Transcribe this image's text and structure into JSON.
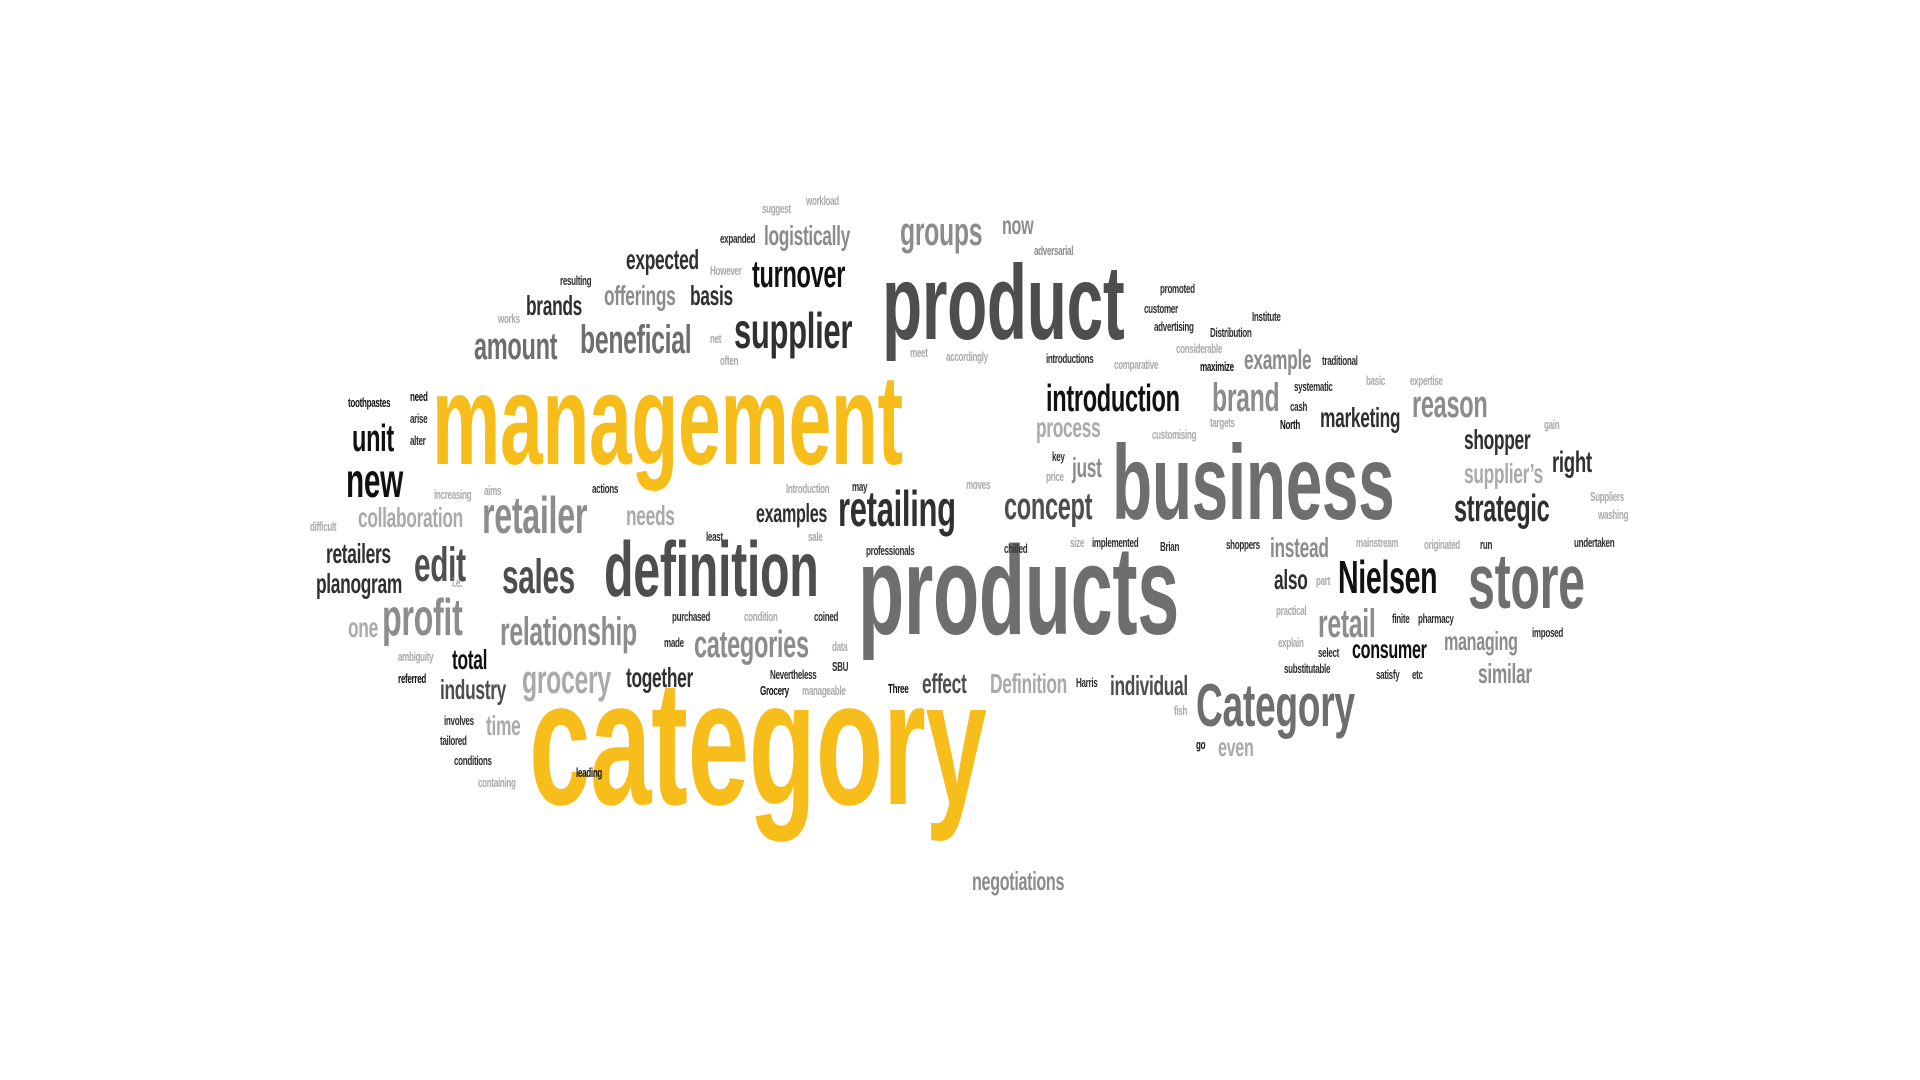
{
  "word_cloud": {
    "words": [
      {
        "text": "category",
        "color": "#f6bd1b"
      },
      {
        "text": "management",
        "color": "#f6bd1b"
      },
      {
        "text": "products",
        "color": "#6e6e6e"
      },
      {
        "text": "business",
        "color": "#6e6e6e"
      },
      {
        "text": "product",
        "color": "#4e4e4e"
      },
      {
        "text": "definition",
        "color": "#4e4e4e"
      },
      {
        "text": "store",
        "color": "#6e6e6e"
      },
      {
        "text": "Category",
        "color": "#6e6e6e"
      },
      {
        "text": "supplier",
        "color": "#303030"
      },
      {
        "text": "retailing",
        "color": "#303030"
      },
      {
        "text": "Nielsen",
        "color": "#111111"
      },
      {
        "text": "retailer",
        "color": "#8c8c8c"
      },
      {
        "text": "profit",
        "color": "#8c8c8c"
      },
      {
        "text": "sales",
        "color": "#4e4e4e"
      },
      {
        "text": "edit",
        "color": "#4e4e4e"
      },
      {
        "text": "new",
        "color": "#111111"
      },
      {
        "text": "introduction",
        "color": "#111111"
      },
      {
        "text": "brand",
        "color": "#8c8c8c"
      },
      {
        "text": "reason",
        "color": "#8c8c8c"
      },
      {
        "text": "concept",
        "color": "#4e4e4e"
      },
      {
        "text": "strategic",
        "color": "#303030"
      },
      {
        "text": "retail",
        "color": "#8c8c8c"
      },
      {
        "text": "relationship",
        "color": "#8c8c8c"
      },
      {
        "text": "categories",
        "color": "#8c8c8c"
      },
      {
        "text": "grocery",
        "color": "#aaaaaa"
      },
      {
        "text": "turnover",
        "color": "#111111"
      },
      {
        "text": "groups",
        "color": "#8c8c8c"
      },
      {
        "text": "beneficial",
        "color": "#6e6e6e"
      },
      {
        "text": "amount",
        "color": "#6e6e6e"
      },
      {
        "text": "unit",
        "color": "#111111"
      },
      {
        "text": "expected",
        "color": "#303030"
      },
      {
        "text": "logistically",
        "color": "#8c8c8c"
      },
      {
        "text": "offerings",
        "color": "#8c8c8c"
      },
      {
        "text": "basis",
        "color": "#303030"
      },
      {
        "text": "brands",
        "color": "#303030"
      },
      {
        "text": "now",
        "color": "#8c8c8c"
      },
      {
        "text": "example",
        "color": "#8c8c8c"
      },
      {
        "text": "marketing",
        "color": "#303030"
      },
      {
        "text": "shopper",
        "color": "#303030"
      },
      {
        "text": "supplier’s",
        "color": "#aaaaaa"
      },
      {
        "text": "right",
        "color": "#303030"
      },
      {
        "text": "process",
        "color": "#aaaaaa"
      },
      {
        "text": "just",
        "color": "#8c8c8c"
      },
      {
        "text": "instead",
        "color": "#8c8c8c"
      },
      {
        "text": "also",
        "color": "#303030"
      },
      {
        "text": "collaboration",
        "color": "#aaaaaa"
      },
      {
        "text": "needs",
        "color": "#aaaaaa"
      },
      {
        "text": "examples",
        "color": "#303030"
      },
      {
        "text": "retailers",
        "color": "#303030"
      },
      {
        "text": "planogram",
        "color": "#303030"
      },
      {
        "text": "one",
        "color": "#aaaaaa"
      },
      {
        "text": "total",
        "color": "#111111"
      },
      {
        "text": "industry",
        "color": "#4e4e4e"
      },
      {
        "text": "together",
        "color": "#303030"
      },
      {
        "text": "effect",
        "color": "#4e4e4e"
      },
      {
        "text": "Definition",
        "color": "#aaaaaa"
      },
      {
        "text": "individual",
        "color": "#4e4e4e"
      },
      {
        "text": "consumer",
        "color": "#111111"
      },
      {
        "text": "managing",
        "color": "#8c8c8c"
      },
      {
        "text": "similar",
        "color": "#8c8c8c"
      },
      {
        "text": "time",
        "color": "#aaaaaa"
      },
      {
        "text": "even",
        "color": "#aaaaaa"
      },
      {
        "text": "negotiations",
        "color": "#8c8c8c"
      },
      {
        "text": "suggest",
        "color": "#aaaaaa"
      },
      {
        "text": "workload",
        "color": "#aaaaaa"
      },
      {
        "text": "expanded",
        "color": "#303030"
      },
      {
        "text": "However",
        "color": "#aaaaaa"
      },
      {
        "text": "resulting",
        "color": "#303030"
      },
      {
        "text": "works",
        "color": "#aaaaaa"
      },
      {
        "text": "often",
        "color": "#aaaaaa"
      },
      {
        "text": "net",
        "color": "#aaaaaa"
      },
      {
        "text": "meet",
        "color": "#aaaaaa"
      },
      {
        "text": "accordingly",
        "color": "#aaaaaa"
      },
      {
        "text": "adversarial",
        "color": "#8c8c8c"
      },
      {
        "text": "promoted",
        "color": "#303030"
      },
      {
        "text": "customer",
        "color": "#303030"
      },
      {
        "text": "advertising",
        "color": "#303030"
      },
      {
        "text": "Distribution",
        "color": "#303030"
      },
      {
        "text": "Institute",
        "color": "#303030"
      },
      {
        "text": "considerable",
        "color": "#aaaaaa"
      },
      {
        "text": "maximize",
        "color": "#111111"
      },
      {
        "text": "introductions",
        "color": "#303030"
      },
      {
        "text": "comparative",
        "color": "#aaaaaa"
      },
      {
        "text": "traditional",
        "color": "#303030"
      },
      {
        "text": "basic",
        "color": "#aaaaaa"
      },
      {
        "text": "expertise",
        "color": "#aaaaaa"
      },
      {
        "text": "systematic",
        "color": "#303030"
      },
      {
        "text": "cash",
        "color": "#303030"
      },
      {
        "text": "North",
        "color": "#111111"
      },
      {
        "text": "targets",
        "color": "#aaaaaa"
      },
      {
        "text": "customising",
        "color": "#aaaaaa"
      },
      {
        "text": "gain",
        "color": "#aaaaaa"
      },
      {
        "text": "toothpastes",
        "color": "#111111"
      },
      {
        "text": "need",
        "color": "#111111"
      },
      {
        "text": "arise",
        "color": "#303030"
      },
      {
        "text": "alter",
        "color": "#303030"
      },
      {
        "text": "difficult",
        "color": "#aaaaaa"
      },
      {
        "text": "increasing",
        "color": "#aaaaaa"
      },
      {
        "text": "aims",
        "color": "#aaaaaa"
      },
      {
        "text": "actions",
        "color": "#303030"
      },
      {
        "text": "Introduction",
        "color": "#aaaaaa"
      },
      {
        "text": "may",
        "color": "#303030"
      },
      {
        "text": "moves",
        "color": "#aaaaaa"
      },
      {
        "text": "key",
        "color": "#303030"
      },
      {
        "text": "price",
        "color": "#aaaaaa"
      },
      {
        "text": "least",
        "color": "#303030"
      },
      {
        "text": "sale",
        "color": "#aaaaaa"
      },
      {
        "text": "professionals",
        "color": "#303030"
      },
      {
        "text": "chilled",
        "color": "#303030"
      },
      {
        "text": "size",
        "color": "#aaaaaa"
      },
      {
        "text": "implemented",
        "color": "#303030"
      },
      {
        "text": "Brian",
        "color": "#303030"
      },
      {
        "text": "shoppers",
        "color": "#303030"
      },
      {
        "text": "mainstream",
        "color": "#aaaaaa"
      },
      {
        "text": "originated",
        "color": "#aaaaaa"
      },
      {
        "text": "run",
        "color": "#303030"
      },
      {
        "text": "undertaken",
        "color": "#303030"
      },
      {
        "text": "Suppliers",
        "color": "#aaaaaa"
      },
      {
        "text": "washing",
        "color": "#aaaaaa"
      },
      {
        "text": "i.e.",
        "color": "#aaaaaa"
      },
      {
        "text": "part",
        "color": "#aaaaaa"
      },
      {
        "text": "practical",
        "color": "#aaaaaa"
      },
      {
        "text": "finite",
        "color": "#303030"
      },
      {
        "text": "pharmacy",
        "color": "#303030"
      },
      {
        "text": "imposed",
        "color": "#303030"
      },
      {
        "text": "explain",
        "color": "#aaaaaa"
      },
      {
        "text": "select",
        "color": "#303030"
      },
      {
        "text": "substitutable",
        "color": "#303030"
      },
      {
        "text": "satisfy",
        "color": "#303030"
      },
      {
        "text": "etc",
        "color": "#303030"
      },
      {
        "text": "purchased",
        "color": "#303030"
      },
      {
        "text": "condition",
        "color": "#aaaaaa"
      },
      {
        "text": "coined",
        "color": "#303030"
      },
      {
        "text": "made",
        "color": "#303030"
      },
      {
        "text": "data",
        "color": "#aaaaaa"
      },
      {
        "text": "SBU",
        "color": "#303030"
      },
      {
        "text": "Nevertheless",
        "color": "#303030"
      },
      {
        "text": "Grocery",
        "color": "#111111"
      },
      {
        "text": "manageable",
        "color": "#aaaaaa"
      },
      {
        "text": "Three",
        "color": "#111111"
      },
      {
        "text": "Harris",
        "color": "#303030"
      },
      {
        "text": "fish",
        "color": "#aaaaaa"
      },
      {
        "text": "go",
        "color": "#111111"
      },
      {
        "text": "ambiguity",
        "color": "#aaaaaa"
      },
      {
        "text": "referred",
        "color": "#111111"
      },
      {
        "text": "involves",
        "color": "#303030"
      },
      {
        "text": "tailored",
        "color": "#303030"
      },
      {
        "text": "conditions",
        "color": "#303030"
      },
      {
        "text": "containing",
        "color": "#aaaaaa"
      },
      {
        "text": "leading",
        "color": "#111111"
      }
    ]
  }
}
